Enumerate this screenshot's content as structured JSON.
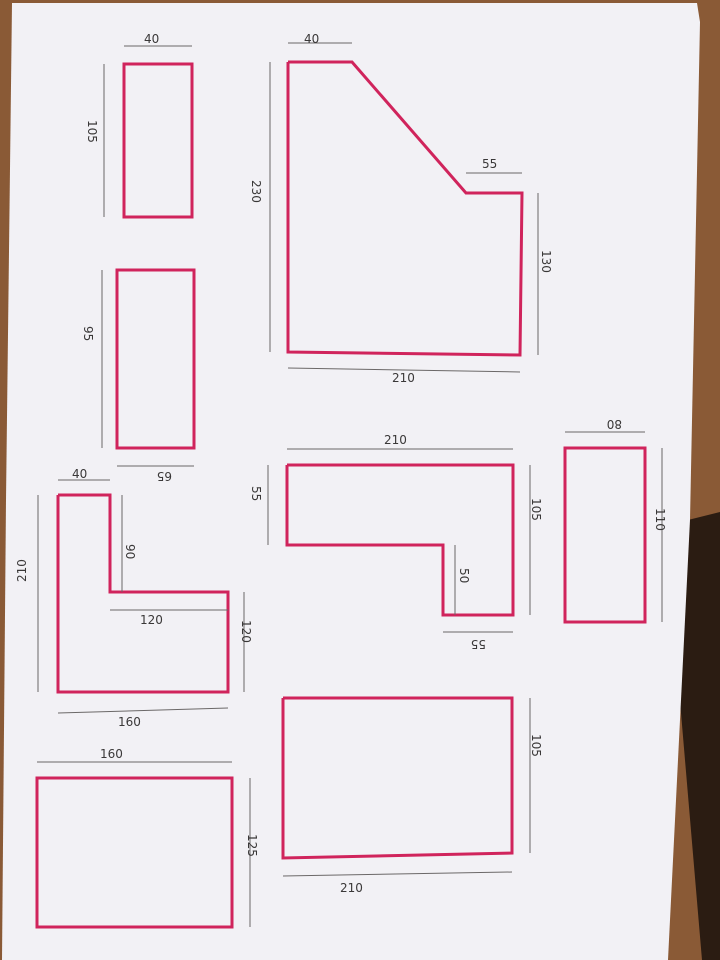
{
  "colors": {
    "table": "#8a5a36",
    "paper": "#f2f1f5",
    "outline": "#d0245c",
    "dimension_line": "#6b6868",
    "label": "#3a3838"
  },
  "parts": [
    {
      "name": "small-rectangle",
      "labels": {
        "width": "40",
        "height": "105"
      }
    },
    {
      "name": "chamfered-panel",
      "labels": {
        "top": "40",
        "step": "55",
        "left_height": "230",
        "right_height": "130",
        "width": "210"
      }
    },
    {
      "name": "tall-rectangle",
      "labels": {
        "height": "95",
        "width": "65"
      }
    },
    {
      "name": "l-shaped-panel",
      "labels": {
        "top": "40",
        "notch_depth": "90",
        "step_width": "120",
        "right_height": "120",
        "left_height": "210",
        "width": "160"
      }
    },
    {
      "name": "offset-panel",
      "labels": {
        "top_width": "210",
        "left_height": "55",
        "right_height": "105",
        "notch_height": "50",
        "foot_width": "55"
      }
    },
    {
      "name": "narrow-rectangle",
      "labels": {
        "width": "80",
        "height": "110"
      }
    },
    {
      "name": "bottom-left-rectangle",
      "labels": {
        "width": "160",
        "height": "125"
      }
    },
    {
      "name": "bottom-right-rectangle",
      "labels": {
        "width": "210",
        "height": "105"
      }
    }
  ]
}
